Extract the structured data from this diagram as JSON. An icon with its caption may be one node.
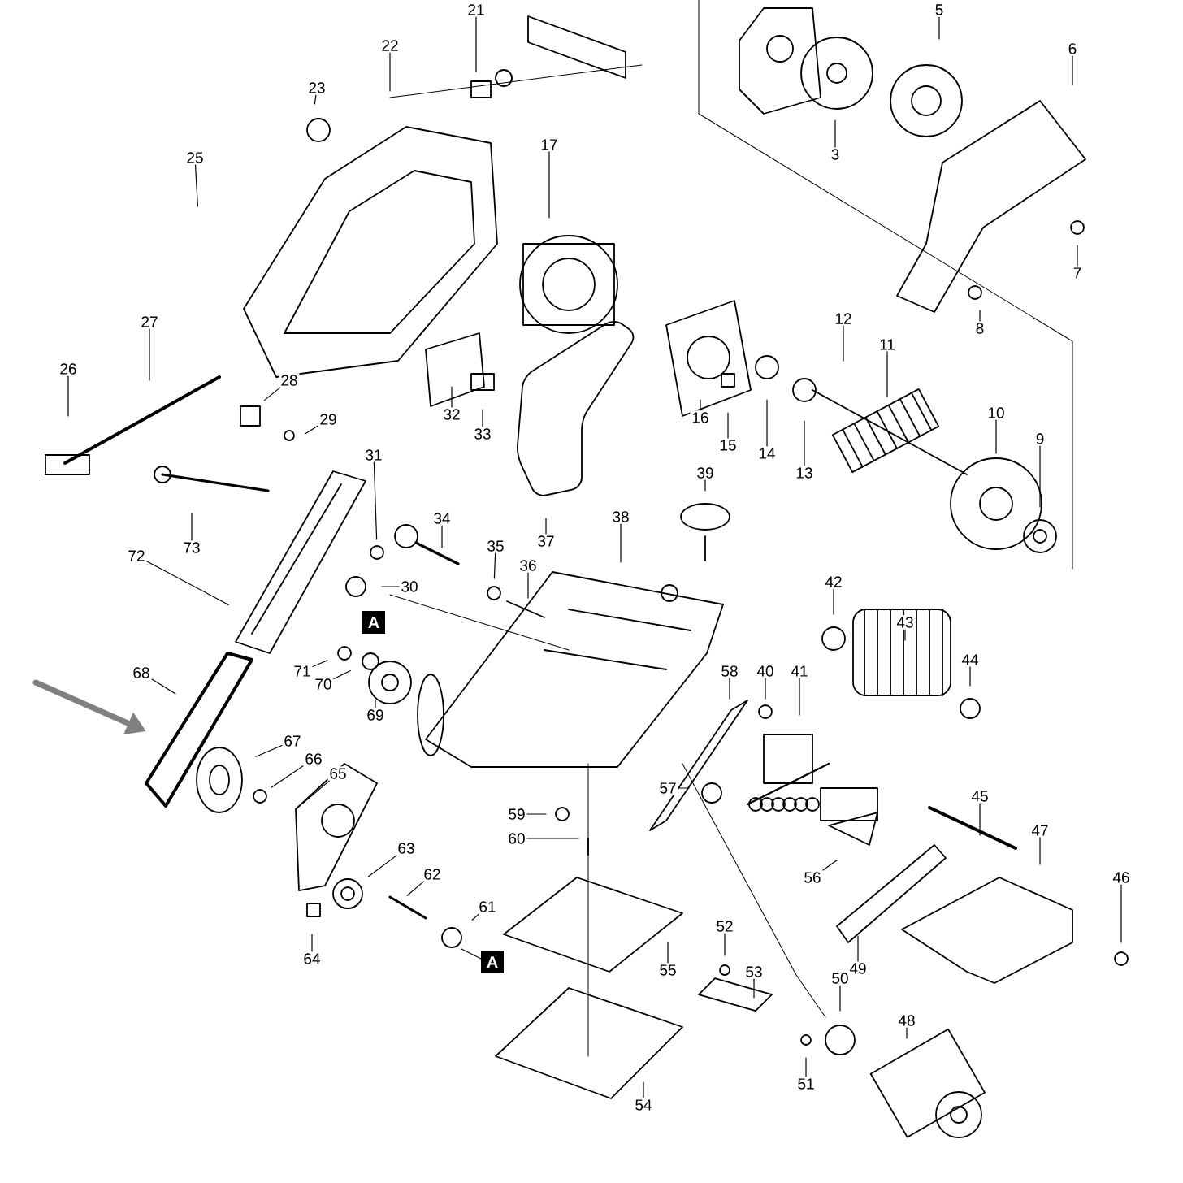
{
  "diagram": {
    "nodes": [
      {
        "text": [
          "21"
        ]
      },
      {
        "text": [
          "5"
        ]
      },
      {
        "text": [
          "22"
        ]
      },
      {
        "text": [
          "6"
        ]
      },
      {
        "text": [
          "23"
        ]
      },
      {
        "text": [
          "17"
        ]
      },
      {
        "text": [
          "3"
        ]
      },
      {
        "text": [
          "25"
        ]
      },
      {
        "text": [
          "7"
        ]
      },
      {
        "text": [
          "12"
        ]
      },
      {
        "text": [
          "27"
        ]
      },
      {
        "text": [
          "8"
        ]
      },
      {
        "text": [
          "11"
        ]
      },
      {
        "text": [
          "26"
        ]
      },
      {
        "text": [
          "28"
        ]
      },
      {
        "text": [
          "10"
        ]
      },
      {
        "text": [
          "32"
        ]
      },
      {
        "text": [
          "16"
        ]
      },
      {
        "text": [
          "29"
        ]
      },
      {
        "text": [
          "33"
        ]
      },
      {
        "text": [
          "15"
        ]
      },
      {
        "text": [
          "9"
        ]
      },
      {
        "text": [
          "14"
        ]
      },
      {
        "text": [
          "13"
        ]
      },
      {
        "text": [
          "31"
        ]
      },
      {
        "text": [
          "39"
        ]
      },
      {
        "text": [
          "38"
        ]
      },
      {
        "text": [
          "34"
        ]
      },
      {
        "text": [
          "37"
        ]
      },
      {
        "text": [
          "73"
        ]
      },
      {
        "text": [
          "72"
        ]
      },
      {
        "text": [
          "35"
        ]
      },
      {
        "text": [
          "36"
        ]
      },
      {
        "text": [
          "42"
        ]
      },
      {
        "text": [
          "30"
        ]
      },
      {
        "text": [
          "43"
        ]
      },
      {
        "text": [
          "44"
        ]
      },
      {
        "text": [
          "71"
        ]
      },
      {
        "text": [
          "68"
        ]
      },
      {
        "text": [
          "58"
        ]
      },
      {
        "text": [
          "40"
        ]
      },
      {
        "text": [
          "41"
        ]
      },
      {
        "text": [
          "70"
        ]
      },
      {
        "text": [
          "69"
        ]
      },
      {
        "text": [
          "67"
        ]
      },
      {
        "text": [
          "66"
        ]
      },
      {
        "text": [
          "65"
        ]
      },
      {
        "text": [
          "57"
        ]
      },
      {
        "text": [
          "45"
        ]
      },
      {
        "text": [
          "59"
        ]
      },
      {
        "text": [
          "47"
        ]
      },
      {
        "text": [
          "60"
        ]
      },
      {
        "text": [
          "63"
        ]
      },
      {
        "text": [
          "62"
        ]
      },
      {
        "text": [
          "56"
        ]
      },
      {
        "text": [
          "46"
        ]
      },
      {
        "text": [
          "61"
        ]
      },
      {
        "text": [
          "52"
        ]
      },
      {
        "text": [
          "64"
        ]
      },
      {
        "text": [
          "49"
        ]
      },
      {
        "text": [
          "55"
        ]
      },
      {
        "text": [
          "53"
        ]
      },
      {
        "text": [
          "50"
        ]
      },
      {
        "text": [
          "48"
        ]
      },
      {
        "text": [
          "51"
        ]
      },
      {
        "text": [
          "54"
        ]
      }
    ],
    "edges": [
      {
        "from": 0,
        "to": null,
        "arrow": "none"
      },
      {
        "from": 1,
        "to": null,
        "arrow": "none"
      },
      {
        "from": 2,
        "to": null,
        "arrow": "none"
      },
      {
        "from": 3,
        "to": null,
        "arrow": "none"
      },
      {
        "from": 4,
        "to": null,
        "arrow": "none"
      },
      {
        "from": 5,
        "to": null,
        "arrow": "none"
      },
      {
        "from": 6,
        "to": null,
        "arrow": "none"
      },
      {
        "from": 7,
        "to": null,
        "arrow": "none"
      },
      {
        "from": 8,
        "to": null,
        "arrow": "none"
      },
      {
        "from": 9,
        "to": null,
        "arrow": "none"
      },
      {
        "from": 10,
        "to": null,
        "arrow": "none"
      },
      {
        "from": 11,
        "to": null,
        "arrow": "none"
      },
      {
        "from": 12,
        "to": null,
        "arrow": "none"
      },
      {
        "from": 13,
        "to": null,
        "arrow": "none"
      },
      {
        "from": 14,
        "to": null,
        "arrow": "none"
      },
      {
        "from": 15,
        "to": null,
        "arrow": "none"
      },
      {
        "from": 16,
        "to": null,
        "arrow": "none"
      },
      {
        "from": 17,
        "to": null,
        "arrow": "none"
      },
      {
        "from": 18,
        "to": null,
        "arrow": "none"
      },
      {
        "from": 19,
        "to": null,
        "arrow": "none"
      },
      {
        "from": 20,
        "to": null,
        "arrow": "none"
      },
      {
        "from": 21,
        "to": null,
        "arrow": "none"
      },
      {
        "from": 22,
        "to": null,
        "arrow": "none"
      },
      {
        "from": 23,
        "to": null,
        "arrow": "none"
      },
      {
        "from": 24,
        "to": null,
        "arrow": "none"
      },
      {
        "from": 25,
        "to": null,
        "arrow": "none"
      },
      {
        "from": 26,
        "to": null,
        "arrow": "none"
      },
      {
        "from": 27,
        "to": null,
        "arrow": "none"
      },
      {
        "from": 28,
        "to": null,
        "arrow": "none"
      },
      {
        "from": 29,
        "to": null,
        "arrow": "none"
      },
      {
        "from": 30,
        "to": null,
        "arrow": "none"
      },
      {
        "from": 31,
        "to": null,
        "arrow": "none"
      },
      {
        "from": 32,
        "to": null,
        "arrow": "none"
      },
      {
        "from": 33,
        "to": null,
        "arrow": "none"
      },
      {
        "from": 34,
        "to": null,
        "arrow": "none"
      },
      {
        "from": 35,
        "to": null,
        "arrow": "none"
      },
      {
        "from": 36,
        "to": null,
        "arrow": "none"
      },
      {
        "from": 37,
        "to": null,
        "arrow": "none"
      },
      {
        "from": 38,
        "to": null,
        "arrow": "none"
      },
      {
        "from": 39,
        "to": null,
        "arrow": "none"
      },
      {
        "from": 40,
        "to": null,
        "arrow": "none"
      },
      {
        "from": 41,
        "to": null,
        "arrow": "none"
      },
      {
        "from": 42,
        "to": null,
        "arrow": "none"
      },
      {
        "from": 43,
        "to": null,
        "arrow": "none"
      },
      {
        "from": 44,
        "to": null,
        "arrow": "none"
      },
      {
        "from": 45,
        "to": null,
        "arrow": "none"
      },
      {
        "from": 46,
        "to": null,
        "arrow": "none"
      },
      {
        "from": 47,
        "to": null,
        "arrow": "none"
      },
      {
        "from": 48,
        "to": null,
        "arrow": "none"
      },
      {
        "from": 49,
        "to": null,
        "arrow": "none"
      },
      {
        "from": 50,
        "to": null,
        "arrow": "none"
      },
      {
        "from": 51,
        "to": null,
        "arrow": "none"
      },
      {
        "from": 52,
        "to": null,
        "arrow": "none"
      },
      {
        "from": 53,
        "to": null,
        "arrow": "none"
      },
      {
        "from": 54,
        "to": null,
        "arrow": "none"
      },
      {
        "from": 55,
        "to": null,
        "arrow": "none"
      },
      {
        "from": 56,
        "to": null,
        "arrow": "none"
      },
      {
        "from": 57,
        "to": null,
        "arrow": "none"
      },
      {
        "from": 58,
        "to": null,
        "arrow": "none"
      },
      {
        "from": 59,
        "to": null,
        "arrow": "none"
      },
      {
        "from": 60,
        "to": null,
        "arrow": "none"
      },
      {
        "from": 61,
        "to": null,
        "arrow": "none"
      },
      {
        "from": 62,
        "to": null,
        "arrow": "none"
      },
      {
        "from": 63,
        "to": null,
        "arrow": "none"
      },
      {
        "from": 64,
        "to": null,
        "arrow": "none"
      },
      {
        "from": 65,
        "to": null,
        "arrow": "none"
      }
    ],
    "labels": [
      "A",
      "A"
    ]
  }
}
